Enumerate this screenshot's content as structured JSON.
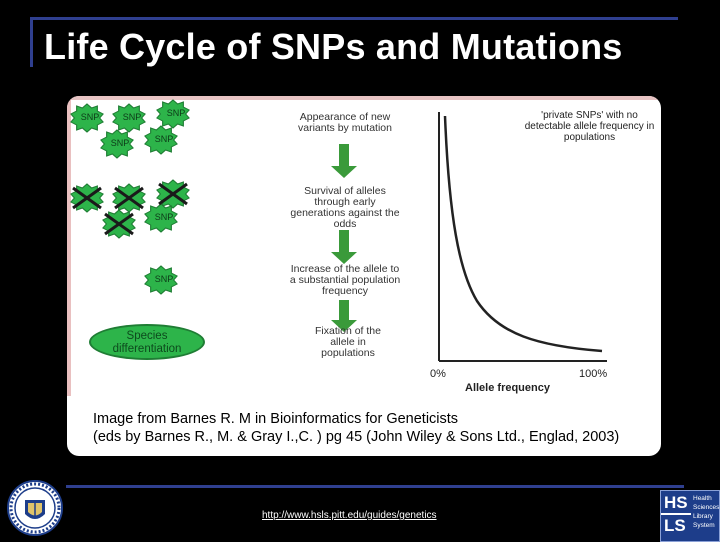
{
  "slide": {
    "title": "Life Cycle of SNPs and Mutations",
    "url": "http://www.hsls.pitt.edu/guides/genetics"
  },
  "figure": {
    "snp_label": "SNP",
    "steps": [
      "Appearance of new variants by mutation",
      "Survival of alleles through early generations against the odds",
      "Increase of the allele to a substantial population frequency",
      "Fixation of the allele in populations"
    ],
    "species_label": "Species differentiation",
    "private_note": "'private SNPs' with no detectable allele frequency in populations",
    "x_axis": {
      "label": "Allele frequency",
      "min_label": "0%",
      "max_label": "100%"
    },
    "caption_line1": "Image from Barnes R. M in Bioinformatics for Geneticists",
    "caption_line2": "(eds by Barnes R., M. & Gray I.,C. ) pg 45 (John Wiley & Sons Ltd., Englad, 2003)"
  },
  "logos": {
    "hsls_letters": [
      "HS",
      "LS"
    ],
    "hsls_text": [
      "Health",
      "Sciences",
      "Library",
      "System"
    ]
  },
  "colors": {
    "background": "#000000",
    "rule": "#2f3f8f",
    "snp_green": "#2db44a",
    "arrow_green": "#3a9a3a"
  }
}
